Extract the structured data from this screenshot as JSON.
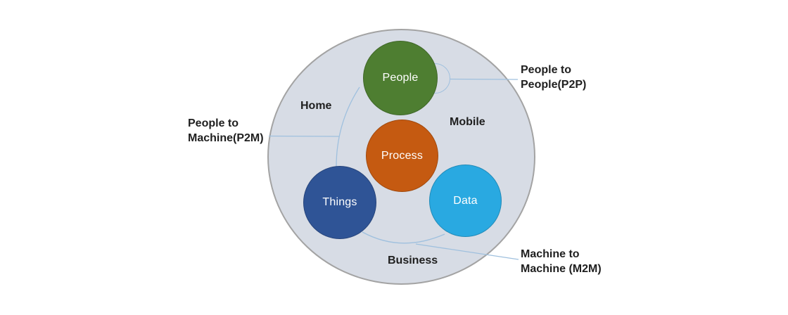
{
  "diagram": {
    "nodes": {
      "people": {
        "label": "People",
        "color": "#4e7e31"
      },
      "process": {
        "label": "Process",
        "color": "#c55a11"
      },
      "things": {
        "label": "Things",
        "color": "#2f5496"
      },
      "data": {
        "label": "Data",
        "color": "#29a9e1"
      }
    },
    "regions": {
      "home": {
        "label": "Home"
      },
      "mobile": {
        "label": "Mobile"
      },
      "business": {
        "label": "Business"
      }
    },
    "annotations": {
      "p2p": {
        "line1": "People to",
        "line2": "People(P2P)"
      },
      "p2m": {
        "line1": "People to",
        "line2": "Machine(P2M)"
      },
      "m2m": {
        "line1": "Machine to",
        "line2": "Machine (M2M)"
      }
    },
    "colors": {
      "outer_fill": "#d7dce5",
      "outer_border": "#a3a3a3",
      "connector": "#9fc0de",
      "node_text": "#ffffff",
      "label_text": "#1f1f1f"
    }
  }
}
